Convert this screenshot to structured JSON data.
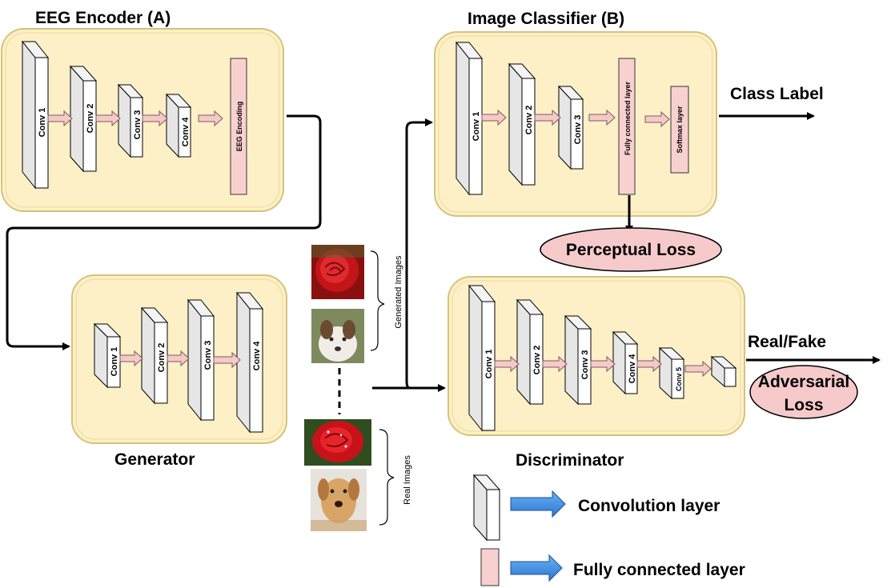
{
  "encoder": {
    "title": "EEG Encoder (A)",
    "layers": [
      "Conv 1",
      "Conv 2",
      "Conv 3",
      "Conv 4"
    ],
    "encoding_label": "EEG Encoding"
  },
  "classifier": {
    "title": "Image Classifier (B)",
    "layers": [
      "Conv 1",
      "Conv 2",
      "Conv 3"
    ],
    "fc_label": "Fully connected layer",
    "softmax_label": "Softmax layer",
    "output_label": "Class Label",
    "loss_label": "Perceptual Loss"
  },
  "generator": {
    "title": "Generator",
    "layers": [
      "Conv 1",
      "Conv 2",
      "Conv 3",
      "Conv 4"
    ]
  },
  "images": {
    "generated_label": "Generated Images",
    "real_label": "Real Images"
  },
  "discriminator": {
    "title": "Discriminator",
    "layers": [
      "Conv 1",
      "Conv 2",
      "Conv 3",
      "Conv 4",
      "Conv 5"
    ],
    "output_label": "Real/Fake",
    "loss_line1": "Adversarial",
    "loss_line2": "Loss"
  },
  "legend": {
    "conv_label": "Convolution layer",
    "fc_label": "Fully connected layer"
  },
  "colors": {
    "panel_fill": "#fdf0c6",
    "panel_border": "#d8c27a",
    "fc_fill": "#f9d0d0",
    "loss_fill": "#f6caca",
    "legend_arrow": "#3d8be0"
  }
}
